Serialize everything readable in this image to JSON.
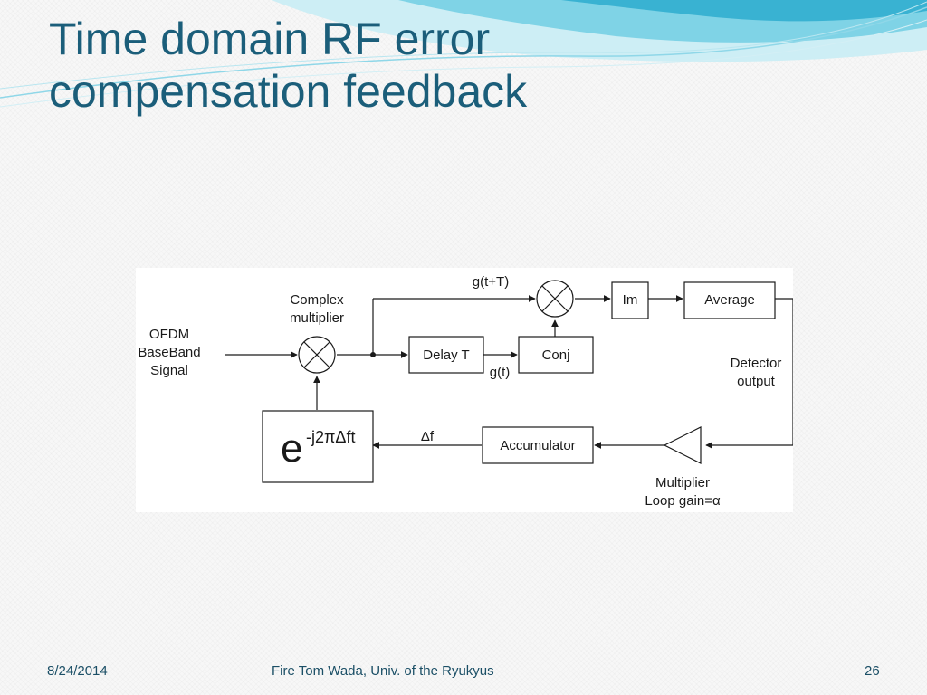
{
  "slide": {
    "title_line1": "Time domain RF error",
    "title_line2": "compensation feedback"
  },
  "diagram": {
    "input_line1": "OFDM",
    "input_line2": "BaseBand",
    "input_line3": "Signal",
    "complex_multiplier_line1": "Complex",
    "complex_multiplier_line2": "multiplier",
    "g_t_plus_T": "g(t+T)",
    "g_t": "g(t)",
    "delay_block": "Delay T",
    "conj_block": "Conj",
    "im_block": "Im",
    "average_block": "Average",
    "detector_output_line1": "Detector",
    "detector_output_line2": "output",
    "accumulator_block": "Accumulator",
    "delta_f": "Δf",
    "multiplier_line1": "Multiplier",
    "multiplier_line2": "Loop gain=α",
    "exp_base": "e",
    "exp_power": "-j2πΔft"
  },
  "footer": {
    "date": "8/24/2014",
    "author": "Fire Tom Wada, Univ. of the Ryukyus",
    "page": "26"
  },
  "colors": {
    "title": "#1b5e7a",
    "wave_light": "#bfe8f0",
    "wave_mid": "#5cc6dd",
    "wave_dark": "#2aa6c6"
  }
}
